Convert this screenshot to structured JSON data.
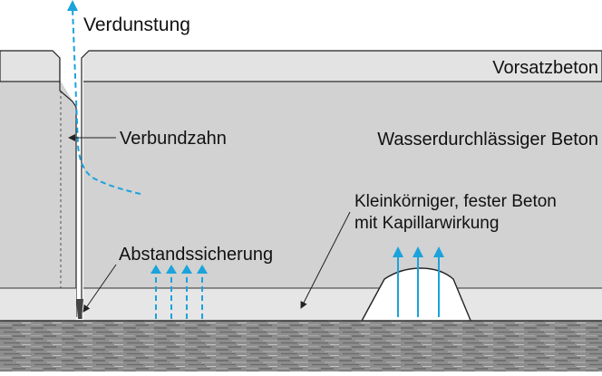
{
  "labels": {
    "evaporation": "Verdunstung",
    "facing_concrete": "Vorsatzbeton",
    "bond_tooth": "Verbundzahn",
    "permeable_concrete": "Wasserdurchlässiger Beton",
    "fine_concrete_line1": "Kleinkörniger, fester Beton",
    "fine_concrete_line2": "mit Kapillarwirkung",
    "spacer": "Abstandssicherung"
  },
  "colors": {
    "concrete_fill": "#d2d2d2",
    "facing_layer": "#e3e3e3",
    "bottom_layer": "#e6e6e6",
    "mound_fill": "#ffffff",
    "water_arrow": "#1aa3dc",
    "outline": "#222222",
    "ground_base": "#8a8a8a"
  },
  "icons": {
    "water_flow": "dashed-up-arrow-icon",
    "ground_texture": "gravel-texture"
  }
}
